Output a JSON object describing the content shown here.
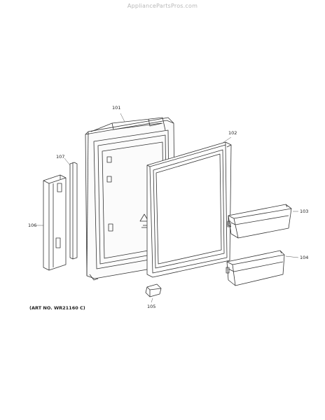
{
  "watermark": "AppliancePartsPros.com",
  "art_number": "(ART NO. WR21160 C)",
  "parts": {
    "p101": "101",
    "p102": "102",
    "p103": "103",
    "p104": "104",
    "p105": "105",
    "p106": "106",
    "p107": "107"
  }
}
